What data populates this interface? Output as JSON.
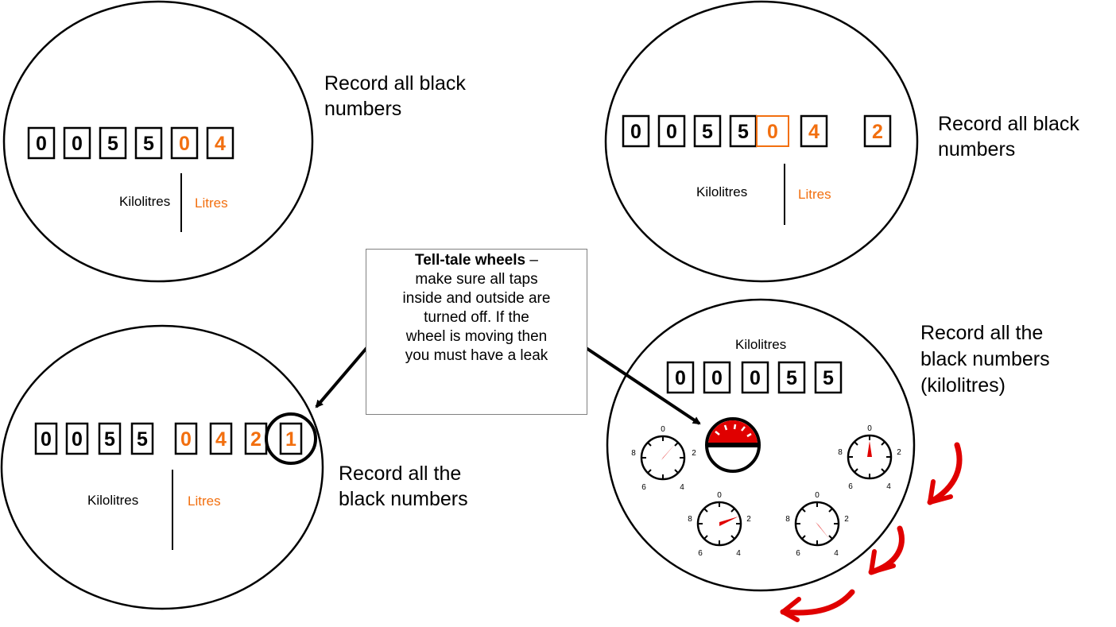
{
  "colors": {
    "orange": "#f26f0f",
    "red": "#e00000",
    "black": "#000000"
  },
  "meters": {
    "m1": {
      "digits": [
        {
          "v": "0",
          "c": "black"
        },
        {
          "v": "0",
          "c": "black"
        },
        {
          "v": "5",
          "c": "black"
        },
        {
          "v": "5",
          "c": "black"
        },
        {
          "v": "0",
          "c": "orange"
        },
        {
          "v": "4",
          "c": "orange"
        }
      ],
      "kilolitres": "Kilolitres",
      "litres": "Litres",
      "caption": [
        "Record all black",
        "numbers"
      ]
    },
    "m2": {
      "digits": [
        {
          "v": "0",
          "c": "black"
        },
        {
          "v": "0",
          "c": "black"
        },
        {
          "v": "5",
          "c": "black"
        },
        {
          "v": "5",
          "c": "black"
        },
        {
          "v": "0",
          "c": "orange"
        },
        {
          "v": "4",
          "c": "orange"
        },
        {
          "v": "2",
          "c": "orange"
        }
      ],
      "kilolitres": "Kilolitres",
      "litres": "Litres",
      "caption": [
        "Record all black",
        "numbers"
      ]
    },
    "m3": {
      "digits": [
        {
          "v": "0",
          "c": "black"
        },
        {
          "v": "0",
          "c": "black"
        },
        {
          "v": "5",
          "c": "black"
        },
        {
          "v": "5",
          "c": "black"
        },
        {
          "v": "0",
          "c": "orange"
        },
        {
          "v": "4",
          "c": "orange"
        },
        {
          "v": "2",
          "c": "orange"
        },
        {
          "v": "1",
          "c": "orange"
        }
      ],
      "kilolitres": "Kilolitres",
      "litres": "Litres",
      "caption": [
        "Record all the",
        "black numbers"
      ]
    },
    "m4": {
      "digits": [
        {
          "v": "0",
          "c": "black"
        },
        {
          "v": "0",
          "c": "black"
        },
        {
          "v": "0",
          "c": "black"
        },
        {
          "v": "5",
          "c": "black"
        },
        {
          "v": "5",
          "c": "black"
        }
      ],
      "kilolitres": "Kilolitres",
      "caption": [
        "Record all the",
        "black numbers",
        "(kilolitres)"
      ],
      "dial_labels": [
        "0",
        "2",
        "4",
        "6",
        "8"
      ]
    }
  },
  "note": {
    "title": "Tell-tale wheels",
    "dash": " –",
    "lines": [
      "make sure all taps",
      "inside and outside are",
      "turned off. If the",
      "wheel is moving then",
      "you must have a leak"
    ]
  }
}
